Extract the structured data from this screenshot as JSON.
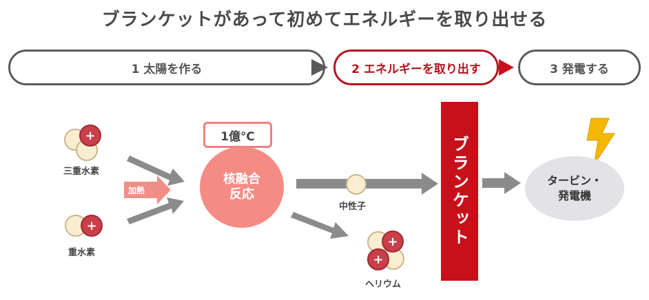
{
  "title": "ブランケットがあって初めてエネルギーを取り出せる",
  "steps": [
    {
      "label": "1 太陽を作る",
      "active": false
    },
    {
      "label": "2 エネルギーを取り出す",
      "active": true
    },
    {
      "label": "3 発電する",
      "active": false
    }
  ],
  "inputs": {
    "tritium": "三重水素",
    "deuterium": "重水素",
    "heat": "加熱"
  },
  "fusion": {
    "temperature": "1億℃",
    "line1": "核融合",
    "line2": "反応"
  },
  "outputs": {
    "neutron": "中性子",
    "helium": "ヘリウム"
  },
  "blanket": "ブランケット",
  "turbine": {
    "line1": "タービン・",
    "line2": "発電機"
  },
  "colors": {
    "accent_red": "#c7111a",
    "fusion_pink": "#f48b84",
    "proton_red": "#c9404a",
    "neutron_cream": "#fbeed0",
    "arrow_gray": "#8b8b8b",
    "lightning": "#f5b800"
  }
}
